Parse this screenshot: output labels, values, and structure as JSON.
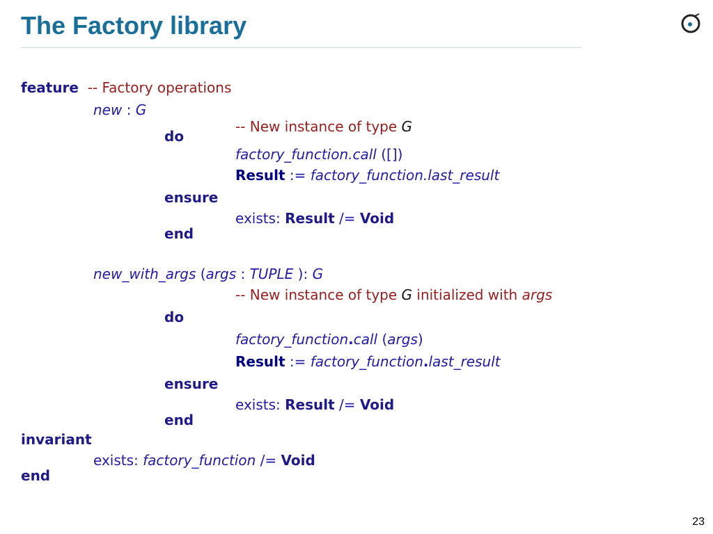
{
  "slide": {
    "title": "The Factory library",
    "page_number": "23"
  },
  "code": {
    "l1": {
      "kw": "feature",
      "comment": "-- Factory operations"
    },
    "l2": {
      "name": "new",
      "sep": " : ",
      "type": "G"
    },
    "l3": {
      "comment": "-- New instance of type ",
      "type": "G"
    },
    "l4": {
      "kw": "do"
    },
    "l5": {
      "expr": "factory_function.call",
      "args": " ([])"
    },
    "l6": {
      "result": "Result",
      "op": " := ",
      "expr": "factory_function.last_result"
    },
    "l7": {
      "kw": "ensure"
    },
    "l8": {
      "label": "exists: ",
      "result": "Result",
      "op": " /= ",
      "void": "Void"
    },
    "l9": {
      "kw": "end"
    },
    "l10": {
      "name": "new_with_args",
      "open": " (",
      "arg": "args",
      "colon": " : ",
      "argtype": "TUPLE",
      "close": " ): ",
      "type": "G"
    },
    "l11": {
      "comment1": "-- New instance of type ",
      "type": "G",
      "comment2": " initialized with ",
      "args": "args"
    },
    "l12": {
      "kw": "do"
    },
    "l13": {
      "expr1": "factory_function",
      "dot": ".",
      "expr2": "call",
      "open": " (",
      "arg": "args",
      "close": ")"
    },
    "l14": {
      "result": "Result",
      "op": " := ",
      "expr1": "factory_function",
      "dot": ".",
      "expr2": "last_result"
    },
    "l15": {
      "kw": "ensure"
    },
    "l16": {
      "label": "exists: ",
      "result": "Result",
      "op": " /= ",
      "void": "Void"
    },
    "l17": {
      "kw": "end"
    },
    "l18": {
      "kw": "invariant"
    },
    "l19": {
      "label": "exists: ",
      "expr": "factory_function",
      "op": " /= ",
      "void": "Void"
    },
    "l20": {
      "kw": "end"
    }
  }
}
